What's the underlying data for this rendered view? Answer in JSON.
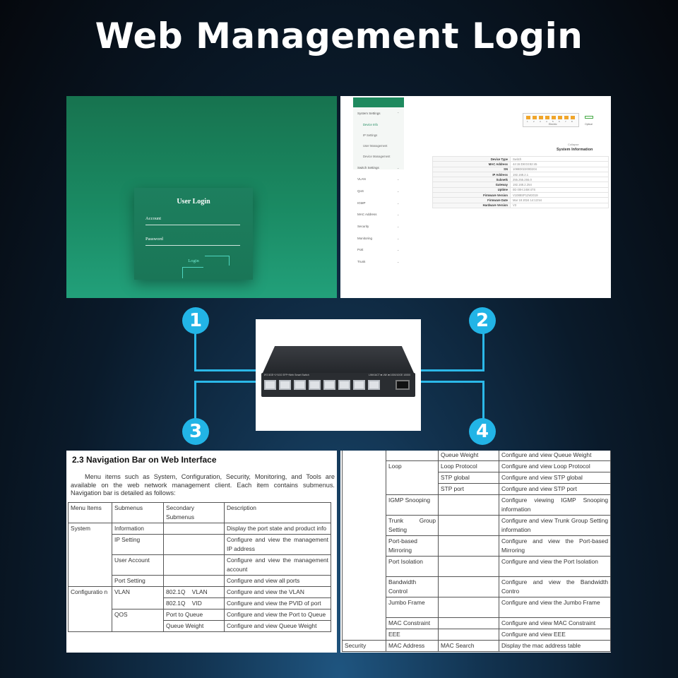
{
  "title": "Web Management Login",
  "login": {
    "title": "User Login",
    "account_label": "Account",
    "password_label": "Password",
    "login_button": "Login"
  },
  "sysinfo": {
    "sidebar": [
      {
        "label": "System Settings",
        "expanded": true
      },
      {
        "label": "Switch Settings"
      },
      {
        "label": "VLAN"
      },
      {
        "label": "QoS"
      },
      {
        "label": "IGMP"
      },
      {
        "label": "MAC Address"
      },
      {
        "label": "Security"
      },
      {
        "label": "Monitoring"
      },
      {
        "label": "PoE"
      },
      {
        "label": "Trunk"
      }
    ],
    "submenu": [
      "Device Info",
      "IP Settings",
      "User Management",
      "Device Management"
    ],
    "port_numbers": [
      "1",
      "2",
      "3",
      "4",
      "5",
      "6",
      "7",
      "8"
    ],
    "ports_label": "Electric",
    "optical_label": "Optical",
    "collapse": "Collapse",
    "section_title": "System Information",
    "rows": [
      {
        "k": "Device Type",
        "v": "Switch"
      },
      {
        "k": "MAC Address",
        "v": "44:15:D8:03:82:45"
      },
      {
        "k": "SN",
        "v": "1088D02200D204"
      },
      {
        "k": "IP Address",
        "v": "192.168.2.1"
      },
      {
        "k": "Subnetk",
        "v": "255.255.255.0"
      },
      {
        "k": "Gateway",
        "v": "192.168.2.254"
      },
      {
        "k": "Uptime",
        "v": "0D 00H:24M:47S"
      },
      {
        "k": "Firmware Version",
        "v": "V1088SP12W2019"
      },
      {
        "k": "Firmware Date",
        "v": "Mar 18 2024 14:13:54"
      },
      {
        "k": "Hardware Version",
        "v": "V3"
      }
    ]
  },
  "badges": [
    "1",
    "2",
    "3",
    "4"
  ],
  "switch": {
    "front_label": "8*2.5GE+1*10G SFP+Web Smart Switch",
    "status_label": "LINK/ACT  ■ LNK  ■ 1000/10GE 10000"
  },
  "doc": {
    "heading": "2.3 Navigation Bar on Web Interface",
    "paragraph": "Menu items such as System, Configuration, Security, Monitoring, and Tools are available on the web network management client. Each item contains submenus. Navigation bar is detailed as follows:",
    "headers": [
      "Menu Items",
      "Submenus",
      "Secondary Submenus",
      "Description"
    ],
    "rows": [
      {
        "menu": "System",
        "sub": "Information",
        "sec": "",
        "desc": "Display the port state and product info"
      },
      {
        "menu": "",
        "sub": "IP Setting",
        "sec": "",
        "desc": "Configure and view the management IP address"
      },
      {
        "menu": "",
        "sub": "User Account",
        "sec": "",
        "desc": "Configure and view the management account"
      },
      {
        "menu": "",
        "sub": "Port Setting",
        "sec": "",
        "desc": "Configure and view all ports"
      },
      {
        "menu": "Configuratio n",
        "sub": "VLAN",
        "sec": "802.1Q    VLAN",
        "desc": "Configure and view the VLAN"
      },
      {
        "menu": "",
        "sub": "",
        "sec": "802.1Q    VID",
        "desc": "Configure and view the PVID of port"
      },
      {
        "menu": "",
        "sub": "QOS",
        "sec": "Port to Queue",
        "desc": "Configure and view the Port to Queue"
      },
      {
        "menu": "",
        "sub": "",
        "sec": "Queue Weight",
        "desc": "Configure and view Queue Weight"
      }
    ]
  },
  "doc2": {
    "rows": [
      {
        "menu": "",
        "sub": "",
        "sec": "Queue Weight",
        "desc": "Configure and view Queue Weight"
      },
      {
        "menu": "",
        "sub": "Loop",
        "sec": "Loop Protocol",
        "desc": "Configure and view Loop Protocol"
      },
      {
        "menu": "",
        "sub": "",
        "sec": "STP global",
        "desc": "Configure and view STP global"
      },
      {
        "menu": "",
        "sub": "",
        "sec": "STP port",
        "desc": "Configure and view STP port"
      },
      {
        "menu": "",
        "sub": "IGMP Snooping",
        "sec": "",
        "desc": "Configure viewing IGMP Snooping information"
      },
      {
        "menu": "",
        "sub": "Trunk Group Setting",
        "sec": "",
        "desc": "Configure and view Trunk Group Setting information"
      },
      {
        "menu": "",
        "sub": "Port-based Mirroring",
        "sec": "",
        "desc": "Configure and view the Port-based Mirroring"
      },
      {
        "menu": "",
        "sub": "Port Isolation",
        "sec": "",
        "desc": "Configure and view the Port Isolation"
      },
      {
        "menu": "",
        "sub": "Bandwidth Control",
        "sec": "",
        "desc": "Configure and view the Bandwidth Contro"
      },
      {
        "menu": "",
        "sub": "Jumbo Frame",
        "sec": "",
        "desc": "Configure and view the Jumbo Frame"
      },
      {
        "menu": "",
        "sub": "MAC Constraint",
        "sec": "",
        "desc": "Configure and view MAC Constraint"
      },
      {
        "menu": "",
        "sub": "EEE",
        "sec": "",
        "desc": "Configure and view EEE"
      },
      {
        "menu": "Security",
        "sub": "MAC Address",
        "sec": "MAC Search",
        "desc": "Display the mac address table"
      }
    ]
  }
}
